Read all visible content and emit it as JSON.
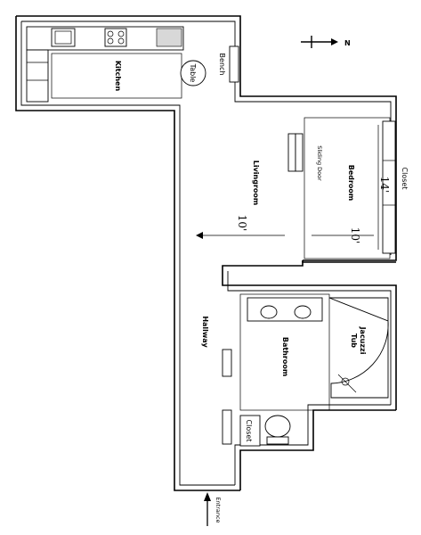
{
  "rooms": {
    "kitchen": "Kitchen",
    "table": "Table",
    "bench": "Bench",
    "livingroom": "Livingroom",
    "bedroom": "Bedroom",
    "closet_bedroom": "Closet",
    "sliding_door": "Sliding Door",
    "hallway": "Hallway",
    "bathroom": "Bathroom",
    "jacuzzi": "Jacuzzi",
    "tub": "Tub",
    "closet_bath": "Closet",
    "entrance": "Entrance"
  },
  "dimensions": {
    "bedroom_length": "14'",
    "bedroom_width": "10'",
    "livingroom_width": "10'"
  },
  "compass": {
    "north_label": "N"
  }
}
